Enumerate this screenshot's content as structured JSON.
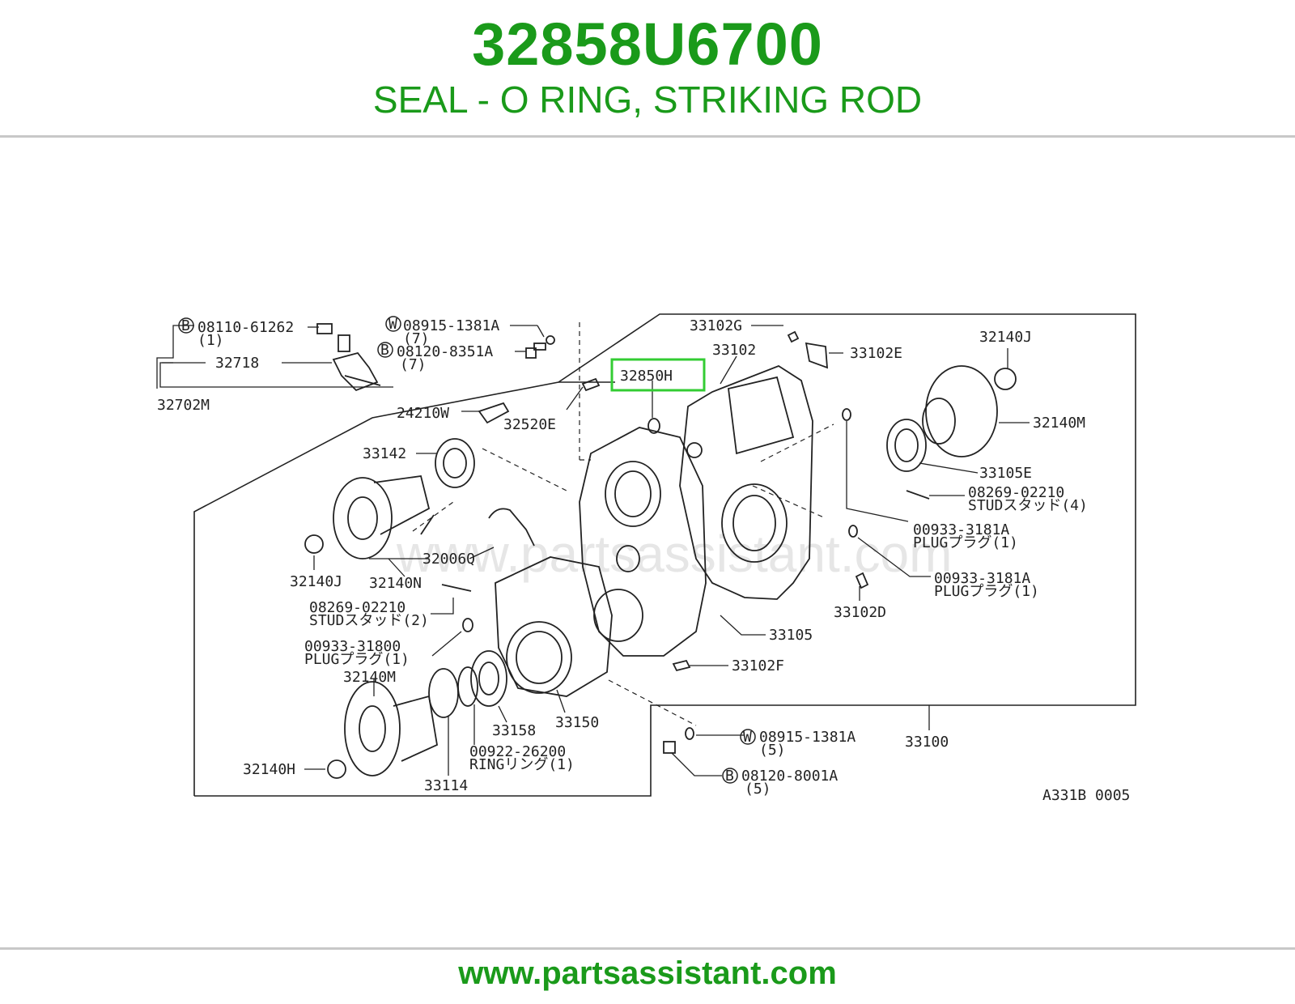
{
  "header": {
    "part_number": "32858U6700",
    "description": "SEAL - O RING, STRIKING ROD"
  },
  "footer": {
    "url": "www.partsassistant.com"
  },
  "diagram": {
    "watermark": "www.partsassistant.com",
    "code": "A331B 0005",
    "highlighted": "32850H",
    "highlight_color": "#33cc33",
    "labels": {
      "b_08110": "08110-61262",
      "b_08110_qty": "(1)",
      "p32718": "32718",
      "p32702M": "32702M",
      "w_08915_top": "08915-1381A",
      "w_08915_top_qty": "(7)",
      "b_08120_top": "08120-8351A",
      "b_08120_top_qty": "(7)",
      "p24210W": "24210W",
      "p32520E": "32520E",
      "p33102G": "33102G",
      "p33102": "33102",
      "p33102E": "33102E",
      "p32140J_tr": "32140J",
      "p32140M_r": "32140M",
      "p33105E": "33105E",
      "stud_r": "08269-02210",
      "stud_r_sub": "STUDスタッド(4)",
      "plug_r1": "00933-3181A",
      "plug_r1_sub": "PLUGプラグ(1)",
      "plug_r2": "00933-3181A",
      "plug_r2_sub": "PLUGプラグ(1)",
      "p33102D": "33102D",
      "p33105": "33105",
      "p33102F": "33102F",
      "p33100": "33100",
      "w_08915_bot": "08915-1381A",
      "w_08915_bot_qty": "(5)",
      "b_08120_bot": "08120-8001A",
      "b_08120_bot_qty": "(5)",
      "p33142": "33142",
      "p32140J_l": "32140J",
      "p32140N": "32140N",
      "p32006Q": "32006Q",
      "stud_l": "08269-02210",
      "stud_l_sub": "STUDスタッド(2)",
      "plug_l": "00933-31800",
      "plug_l_sub": "PLUGプラグ(1)",
      "p32140M_l": "32140M",
      "p32140H": "32140H",
      "p33114": "33114",
      "p33158": "33158",
      "p33150": "33150",
      "ring": "00922-26200",
      "ring_sub": "RINGリング(1)",
      "badge_b": "B",
      "badge_w": "W"
    }
  }
}
